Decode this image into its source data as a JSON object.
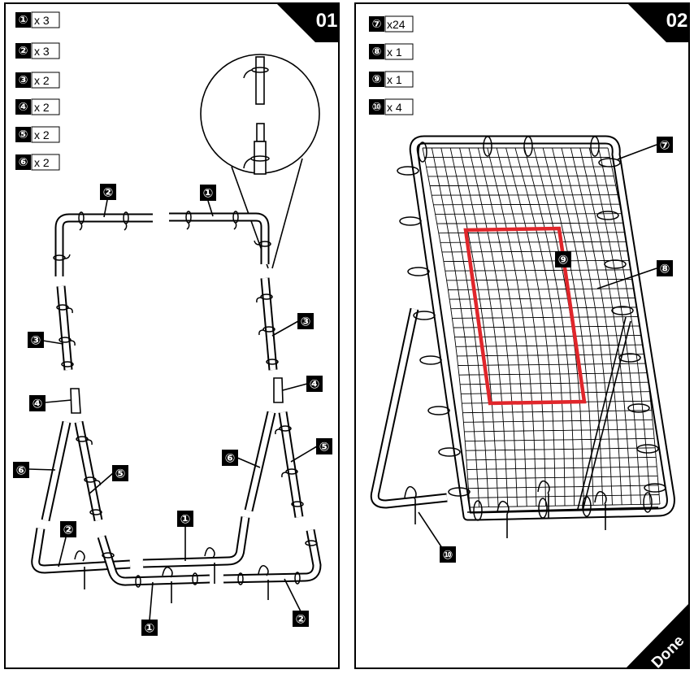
{
  "panels": {
    "step1": {
      "number": "01"
    },
    "step2": {
      "number": "02",
      "done_label": "Done"
    }
  },
  "step1_parts": [
    {
      "part": "①",
      "qty": "x 3"
    },
    {
      "part": "②",
      "qty": "x 3"
    },
    {
      "part": "③",
      "qty": "x 2"
    },
    {
      "part": "④",
      "qty": "x 2"
    },
    {
      "part": "⑤",
      "qty": "x 2"
    },
    {
      "part": "⑥",
      "qty": "x 2"
    }
  ],
  "step2_parts": [
    {
      "part": "⑦",
      "qty": "x24"
    },
    {
      "part": "⑧",
      "qty": "x 1"
    },
    {
      "part": "⑨",
      "qty": "x 1"
    },
    {
      "part": "⑩",
      "qty": "x 4"
    }
  ],
  "callouts": {
    "p1": "①",
    "p2": "②",
    "p3": "③",
    "p4": "④",
    "p5": "⑤",
    "p6": "⑥",
    "p7": "⑦",
    "p8": "⑧",
    "p9": "⑨",
    "p10": "⑩"
  }
}
